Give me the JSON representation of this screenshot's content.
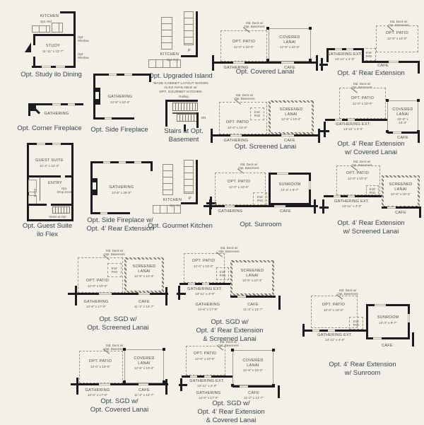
{
  "colors": {
    "background": "#f3f0e7",
    "wall": "#1b1b20",
    "caption_text": "#3d4450",
    "label_text": "#4e4a40"
  },
  "shared": {
    "deck_note": "Std. Deck w/\nOpt. Basement",
    "pad": "6'x6'\nPAD"
  },
  "plans": {
    "study": {
      "caption": "Opt. Study ilo Dining",
      "kitchen": "KITCHEN",
      "ref_note": "Opt. Ref",
      "room": "STUDY",
      "dims": "11'-11\" x 13'-7\"",
      "window_note": "Opt.\nWindow"
    },
    "upgraded_island": {
      "caption": "Opt. Upgraded Island",
      "subcaption": "*BASE CABINET LAYOUT SHOWN\nALSO AVAILABLE w/\nOPT. GOURMET KITCHEN",
      "kitchen": "KITCHEN",
      "ref_note": "Opt. Ref",
      "pantry": "P"
    },
    "covered_lanai": {
      "caption": "Opt. Covered Lanai",
      "patio": "OPT. PATIO",
      "patio_dims": "12'-0\" x 10'-0\"",
      "lanai": "COVERED\nLANAI",
      "lanai_dims": "12'-6\" x 10'-3\"",
      "gathering": "GATHERING",
      "cafe": "CAFE"
    },
    "rear_ext": {
      "caption": "Opt. 4' Rear Extension",
      "patio": "OPT. PATIO",
      "patio_dims": "12'-0\" x 10'-0\"",
      "ext": "GATHERING EXT.",
      "ext_dims": "13'-11\" x 4'-0\"",
      "cafe": "CAFE"
    },
    "corner_fireplace": {
      "caption": "Opt. Corner Fireplace",
      "gathering": "GATHERING"
    },
    "side_fireplace": {
      "caption": "Opt. Side Fireplace",
      "gathering": "GATHERING",
      "dims": "14'-6\" x 22'-4\""
    },
    "stairs": {
      "caption": "Stairs at Opt.\nBasement",
      "railing_note": "Railing",
      "dn": "DN"
    },
    "screened_lanai": {
      "caption": "Opt. Screened Lanai",
      "patio": "OPT. PATIO",
      "patio_dims": "12'-0\" x 10'-0\"",
      "lanai": "SCREENED\nLANAI",
      "lanai_dims": "12'-6\" x 10'-3\"",
      "gathering": "GATHERING",
      "cafe": "CAFE"
    },
    "rear_ext_covered": {
      "caption": "Opt. 4' Rear Extension\nw/ Covered Lanai",
      "patio": "OPT. PATIO",
      "patio_dims": "12'-0\" x 10'-0\"",
      "lanai": "COVERED\nLANAI",
      "lanai_dims": "10'-6\" x 10'-3\"",
      "ext": "GATHERING EXT.",
      "ext_dims": "13'-11\" x 4'-0\"",
      "cafe": "CAFE"
    },
    "guest_suite": {
      "caption": "Opt. Guest Suite\nilo Flex",
      "room": "GUEST SUITE",
      "dims": "11'-4\" x 12'-4\"",
      "entry": "ENTRY",
      "drop_note": "Opt.\nDrop Zone",
      "bath": "BATH",
      "stairs_note": "Stairs at Opt.\nBasement"
    },
    "side_fireplace_ext": {
      "caption": "Opt. Side Fireplace w/\nOpt. 4' Rear Extension",
      "gathering": "GATHERING",
      "dims": "14'-6\" x 26'-6\""
    },
    "gourmet_kitchen": {
      "caption": "Opt. Gourmet Kitchen",
      "kitchen": "KITCHEN",
      "ref_note": "Opt. Ref",
      "pantry": "P"
    },
    "sunroom": {
      "caption": "Opt. Sunroom",
      "patio": "OPT. PATIO",
      "patio_dims": "12'-0\" x 10'-0\"",
      "room": "SUNROOM",
      "dims": "12'-4\" x 9'-7\"",
      "gathering": "GATHERING",
      "cafe": "CAFE"
    },
    "rear_ext_screened": {
      "caption": "Opt. 4' Rear Extension\nw/ Screened Lanai",
      "patio": "OPT. PATIO",
      "patio_dims": "12'-0\" x 10'-0\"",
      "lanai": "SCREENED\nLANAI",
      "lanai_dims": "12'-6\" x 10'-3\"",
      "ext": "GATHERING EXT.",
      "ext_dims": "13'-11\" x 4'-0\"",
      "cafe": "CAFE"
    },
    "sgd_screened": {
      "caption": "Opt. SGD w/\nOpt. Screened Lanai",
      "patio": "OPT. PATIO",
      "patio_dims": "12'-0\" x 10'-0\"",
      "lanai": "SCREENED\nLANAI",
      "lanai_dims": "12'-6\" x 10'-3\"",
      "gathering": "GATHERING",
      "gathering_dims": "14'-6\" x 17'-0\"",
      "cafe": "CAFE",
      "cafe_dims": "11'-2\" x 13'-7\""
    },
    "sgd_ext_screened": {
      "caption": "Opt. SGD w/\nOpt. 4' Rear Extension\n& Screened Lanai",
      "patio": "OPT. PATIO",
      "patio_dims": "12'-0\" x 10'-0\"",
      "lanai": "SCREENED\nLANAI",
      "lanai_dims": "12'-6\" x 10'-3\"",
      "ext": "GATHERING EXT.",
      "ext_dims": "13'-11\" x 4'-0\"",
      "gathering": "GATHERING",
      "gathering_dims": "14'-6\" x 17'-0\"",
      "cafe": "CAFE",
      "cafe_dims": "11'-2\" x 13'-7\""
    },
    "rear_ext_sunroom": {
      "caption": "Opt. 4' Rear Extension\nw/ Sunroom",
      "patio": "OPT. PATIO",
      "patio_dims": "12'-0\" x 10'-0\"",
      "room": "SUNROOM",
      "dims": "12'-4\" x 9'-7\"",
      "ext": "GATHERING EXT.",
      "ext_dims": "13'-11\" x 4'-0\"",
      "cafe": "CAFE"
    },
    "sgd_covered": {
      "caption": "Opt. SGD w/\nOpt. Covered Lanai",
      "patio": "OPT. PATIO",
      "patio_dims": "12'-0\" x 10'-0\"",
      "lanai": "COVERED\nLANAI",
      "lanai_dims": "12'-6\" x 10'-3\"",
      "gathering": "GATHERING",
      "gathering_dims": "14'-6\" x 17'-0\"",
      "cafe": "CAFE",
      "cafe_dims": "11'-2\" x 13'-7\""
    },
    "sgd_ext_covered": {
      "caption": "Opt. SGD w/\nOpt. 4' Rear Extension\n& Covered Lanai",
      "patio": "OPT. PATIO",
      "patio_dims": "12'-0\" x 10'-0\"",
      "lanai": "COVERED\nLANAI",
      "lanai_dims": "12'-6\" x 10'-3\"",
      "ext": "GATHERING EXT.",
      "ext_dims": "13'-11\" x 4'-0\"",
      "gathering": "GATHERING",
      "gathering_dims": "14'-6\" x 17'-0\"",
      "cafe": "CAFE",
      "cafe_dims": "11'-2\" x 13'-7\""
    }
  }
}
